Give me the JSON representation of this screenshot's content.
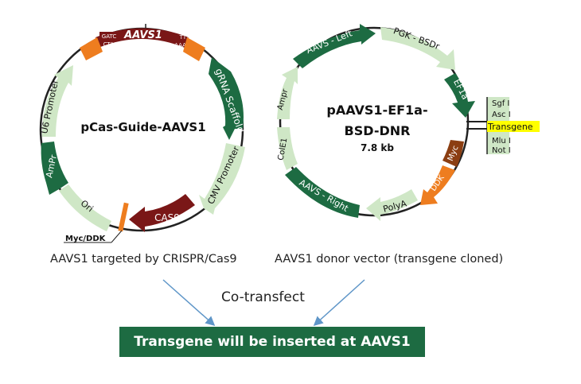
{
  "plasmid_left": {
    "name": "pCas-Guide-AAVS1",
    "features": {
      "aavs1": "AAVS1",
      "gatc": "GATC",
      "ctag": "CTAG",
      "tttt": "TTTT",
      "aaaa": "AAAA",
      "u6_promoter": "U6 Promoter",
      "grna_scaffold": "gRNA Scaffold",
      "cmv_promoter": "CMV Promoter",
      "cas9": "CAS9",
      "ori": "Ori",
      "ampr": "AmPr"
    },
    "myc_ddk": "Myc/DDK"
  },
  "plasmid_right": {
    "name_line1": "pAAVS1-EF1a-",
    "name_line2": "BSD-DNR",
    "size": "7.8 kb",
    "features": {
      "aavs_left": "AAVS - Left",
      "pgk_bsd": "PGK - BSDr",
      "ef1a": "EF1a",
      "myc": "Myc",
      "ddk": "DDK",
      "polya": "PolyA",
      "aavs_right": "AAVS - Right",
      "cole1": "ColE1",
      "ampr": "Ampr"
    },
    "mcs": {
      "sgf": "Sgf I",
      "asc": "Asc I",
      "transgene": "Transgene",
      "mlu": "Mlu I",
      "not": "Not I"
    }
  },
  "captions": {
    "left": "AAVS1 targeted by CRISPR/Cas9",
    "right": "AAVS1 donor vector (transgene cloned)",
    "cotransfect": "Co-transfect",
    "result": "Transgene will be inserted at AAVS1"
  },
  "colors": {
    "dark_green": "#1d6b42",
    "light_green": "#cfe7c6",
    "dark_red": "#7a1717",
    "orange": "#ee7d1f",
    "brown": "#8b3e12",
    "highlight": "#ffff00",
    "arrow_blue": "#5f96c8"
  }
}
